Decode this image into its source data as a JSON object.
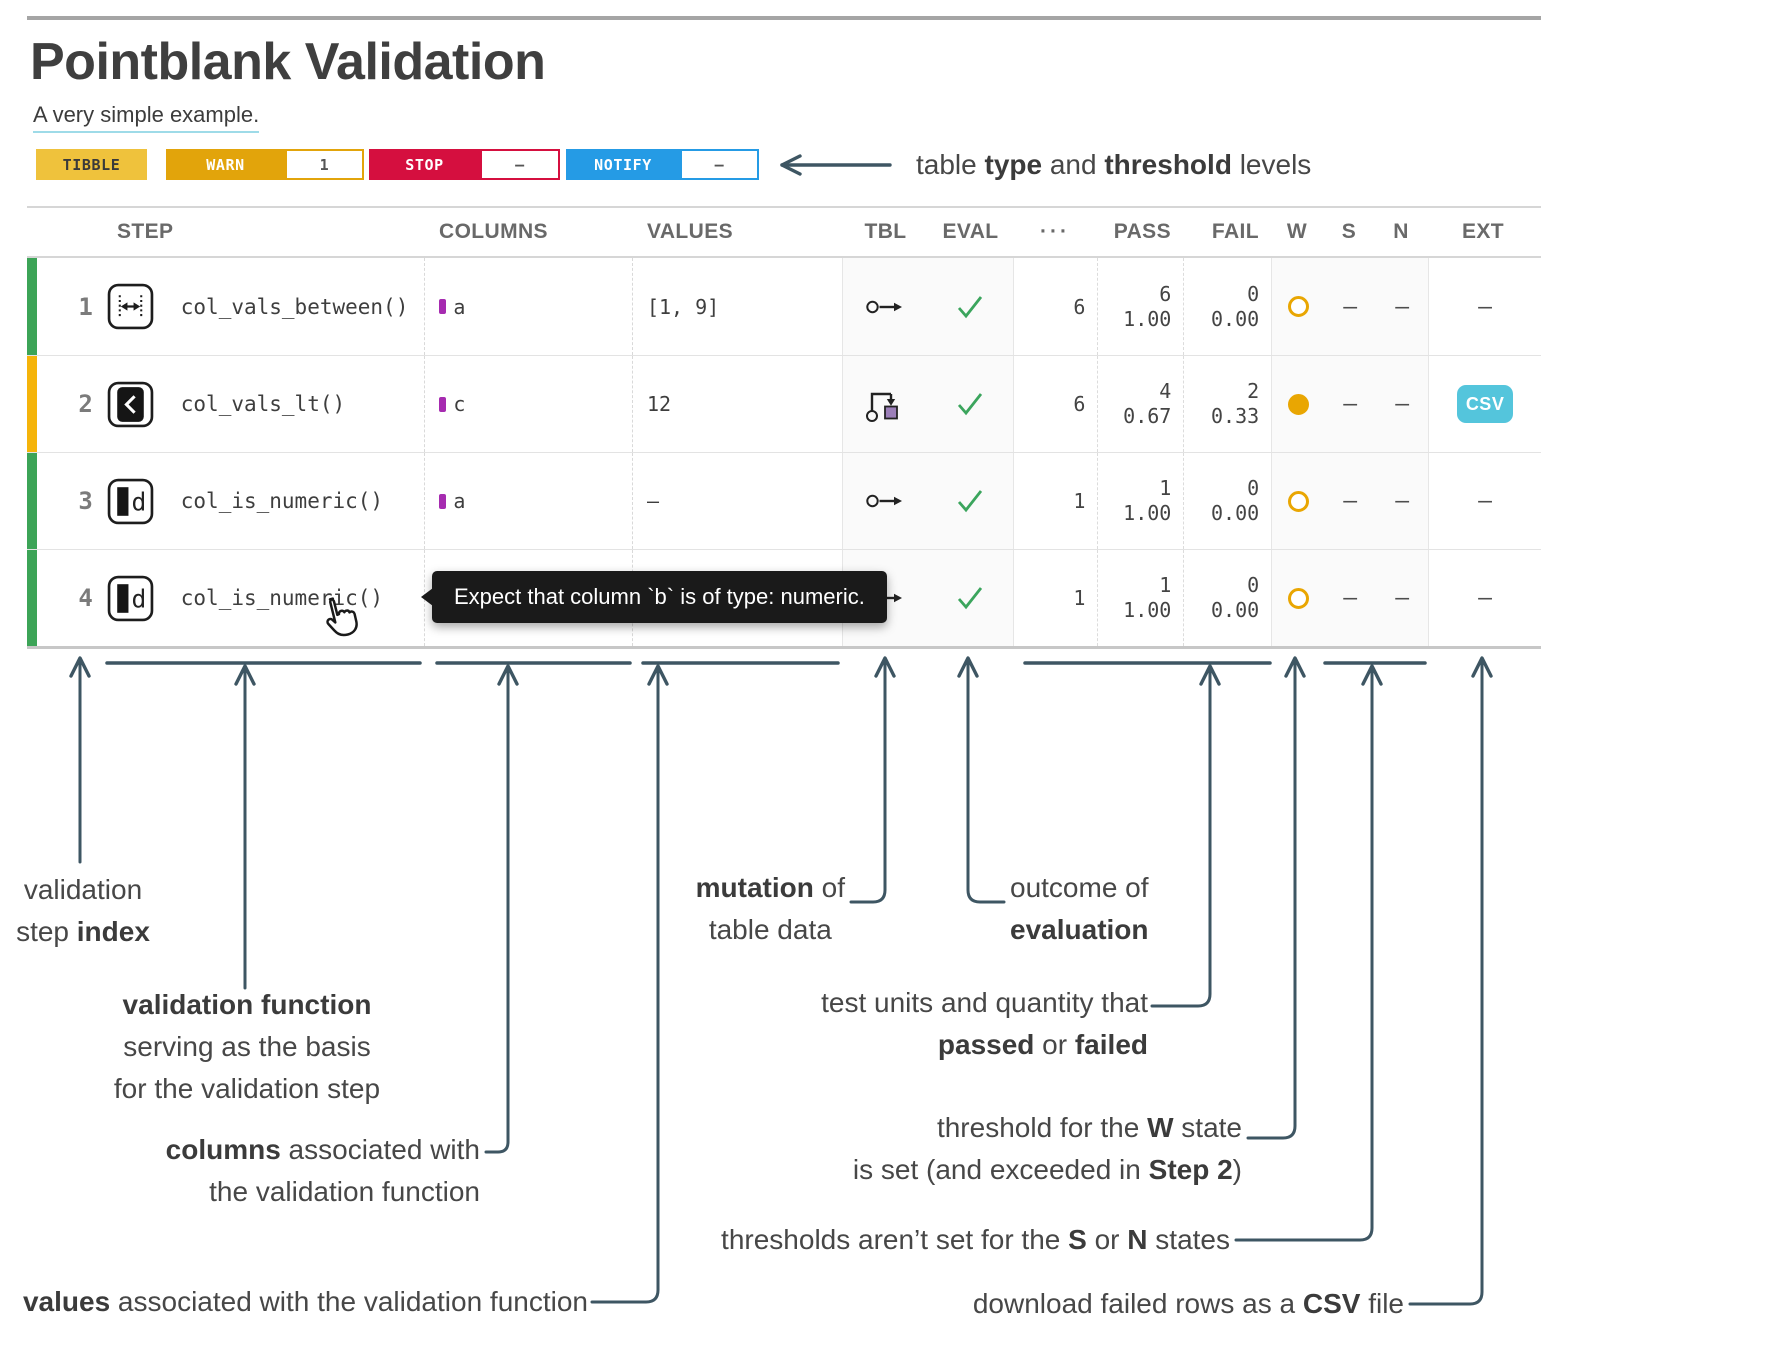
{
  "colors": {
    "tibble_badge": "#EFC23C",
    "warn_badge": "#E2A40B",
    "stop_badge": "#D50F3F",
    "notify_badge": "#259BE5",
    "pass_row_bar": "#3CA457",
    "warn_row_bar": "#F5B40A",
    "w_threshold": "#E9A602",
    "check_green": "#3BA55D",
    "csv_button": "#54C5DC",
    "column_marker": "#A62BB0",
    "annotation_line": "#3E5663"
  },
  "header": {
    "title": "Pointblank Validation",
    "subtitle": [
      {
        "t": "A very "
      },
      {
        "t": "simple",
        "i": true
      },
      {
        "t": " example."
      }
    ],
    "badges": {
      "tibble_label": "TIBBLE",
      "warn_label": "WARN",
      "warn_value": "1",
      "stop_label": "STOP",
      "stop_value": "—",
      "notify_label": "NOTIFY",
      "notify_value": "—"
    }
  },
  "table": {
    "headers": {
      "step": "STEP",
      "columns": "COLUMNS",
      "values": "VALUES",
      "tbl": "TBL",
      "eval": "EVAL",
      "units": "···",
      "pass": "PASS",
      "fail": "FAIL",
      "w": "W",
      "s": "S",
      "n": "N",
      "ext": "EXT"
    },
    "rows": [
      {
        "index": "1",
        "status": "green",
        "icon": "col-vals-between-icon",
        "fn": "col_vals_between()",
        "column": "a",
        "values": "[1, 9]",
        "tbl_icon": "table-unchanged-icon",
        "eval_icon": "check-icon",
        "units": "6",
        "pass_n": "6",
        "pass_f": "1.00",
        "fail_n": "0",
        "fail_f": "0.00",
        "w": "open",
        "s": "—",
        "n": "—",
        "ext": "—"
      },
      {
        "index": "2",
        "status": "amber",
        "icon": "col-vals-lt-icon",
        "fn": "col_vals_lt()",
        "column": "c",
        "values": "12",
        "tbl_icon": "table-mutated-icon",
        "eval_icon": "check-icon",
        "units": "6",
        "pass_n": "4",
        "pass_f": "0.67",
        "fail_n": "2",
        "fail_f": "0.33",
        "w": "filled",
        "s": "—",
        "n": "—",
        "ext": "CSV"
      },
      {
        "index": "3",
        "status": "green",
        "icon": "col-is-numeric-icon",
        "fn": "col_is_numeric()",
        "column": "a",
        "values": "—",
        "tbl_icon": "table-unchanged-icon",
        "eval_icon": "check-icon",
        "units": "1",
        "pass_n": "1",
        "pass_f": "1.00",
        "fail_n": "0",
        "fail_f": "0.00",
        "w": "open",
        "s": "—",
        "n": "—",
        "ext": "—"
      },
      {
        "index": "4",
        "status": "green",
        "icon": "col-is-numeric-icon",
        "fn": "col_is_numeric()",
        "column": "",
        "values": "",
        "tbl_icon": "table-unchanged-icon",
        "eval_icon": "check-icon",
        "units": "1",
        "pass_n": "1",
        "pass_f": "1.00",
        "fail_n": "0",
        "fail_f": "0.00",
        "w": "open",
        "s": "—",
        "n": "—",
        "ext": "—"
      }
    ],
    "tooltip": {
      "text": "Expect that column `b` is of type: numeric."
    }
  },
  "annotations": {
    "top": [
      {
        "t": "table "
      },
      {
        "t": "type",
        "b": true
      },
      {
        "t": " and "
      },
      {
        "t": "threshold",
        "b": true
      },
      {
        "t": " levels"
      }
    ],
    "index_line1": [
      {
        "t": "validation"
      }
    ],
    "index_line2": [
      {
        "t": "step "
      },
      {
        "t": "index",
        "b": true
      }
    ],
    "fn_line1": [
      {
        "t": "validation function",
        "b": true
      }
    ],
    "fn_line2": [
      {
        "t": "serving as the basis"
      }
    ],
    "fn_line3": [
      {
        "t": "for the validation step"
      }
    ],
    "columns_line1": [
      {
        "t": "columns",
        "b": true
      },
      {
        "t": " associated with"
      }
    ],
    "columns_line2": [
      {
        "t": "the validation function"
      }
    ],
    "values_line1": [
      {
        "t": "values",
        "b": true
      },
      {
        "t": " associated with the validation function"
      }
    ],
    "mutation_line1": [
      {
        "t": "mutation",
        "b": true
      },
      {
        "t": " of"
      }
    ],
    "mutation_line2": [
      {
        "t": "table data"
      }
    ],
    "outcome_line1": [
      {
        "t": "outcome of"
      }
    ],
    "outcome_line2": [
      {
        "t": "evaluation",
        "b": true
      }
    ],
    "passfail_line1": [
      {
        "t": "test units and quantity that"
      }
    ],
    "passfail_line2": [
      {
        "t": "passed",
        "b": true
      },
      {
        "t": " or "
      },
      {
        "t": "failed",
        "b": true
      }
    ],
    "w_line1": [
      {
        "t": "threshold for the "
      },
      {
        "t": "W",
        "b": true
      },
      {
        "t": " state"
      }
    ],
    "w_line2": [
      {
        "t": "is set (and exceeded in "
      },
      {
        "t": "Step 2",
        "b": true
      },
      {
        "t": ")"
      }
    ],
    "sn_line1": [
      {
        "t": "thresholds aren’t set for the "
      },
      {
        "t": "S",
        "b": true
      },
      {
        "t": " or "
      },
      {
        "t": "N",
        "b": true
      },
      {
        "t": " states"
      }
    ],
    "ext_line1": [
      {
        "t": "download failed rows as a "
      },
      {
        "t": "CSV",
        "b": true
      },
      {
        "t": " file"
      }
    ]
  }
}
